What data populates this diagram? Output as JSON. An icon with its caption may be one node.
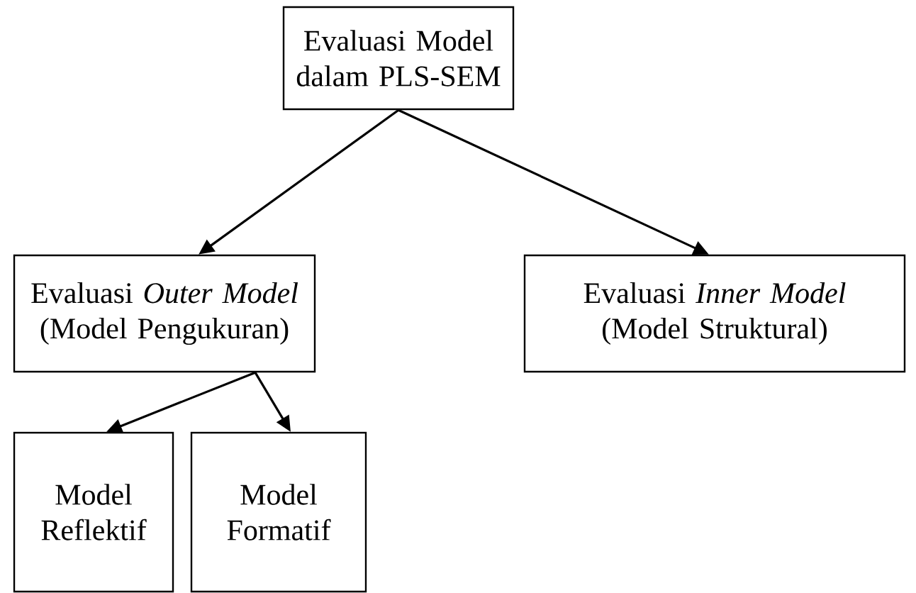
{
  "diagram": {
    "nodes": [
      {
        "text": [
          "Evaluasi Model dalam PLS-SEM"
        ]
      },
      {
        "text": [
          "Evaluasi *Outer Model* (Model Pengukuran)"
        ]
      },
      {
        "text": [
          "Evaluasi *Inner Model* (Model Struktural)"
        ]
      },
      {
        "text": [
          "Model Reflektif"
        ]
      },
      {
        "text": [
          "Model Formatif"
        ]
      }
    ],
    "edges": [
      {
        "from": 0,
        "to": 1,
        "arrow": "to"
      },
      {
        "from": 0,
        "to": 2,
        "arrow": "to"
      },
      {
        "from": 1,
        "to": 3,
        "arrow": "to"
      },
      {
        "from": 1,
        "to": 4,
        "arrow": "to"
      }
    ]
  }
}
